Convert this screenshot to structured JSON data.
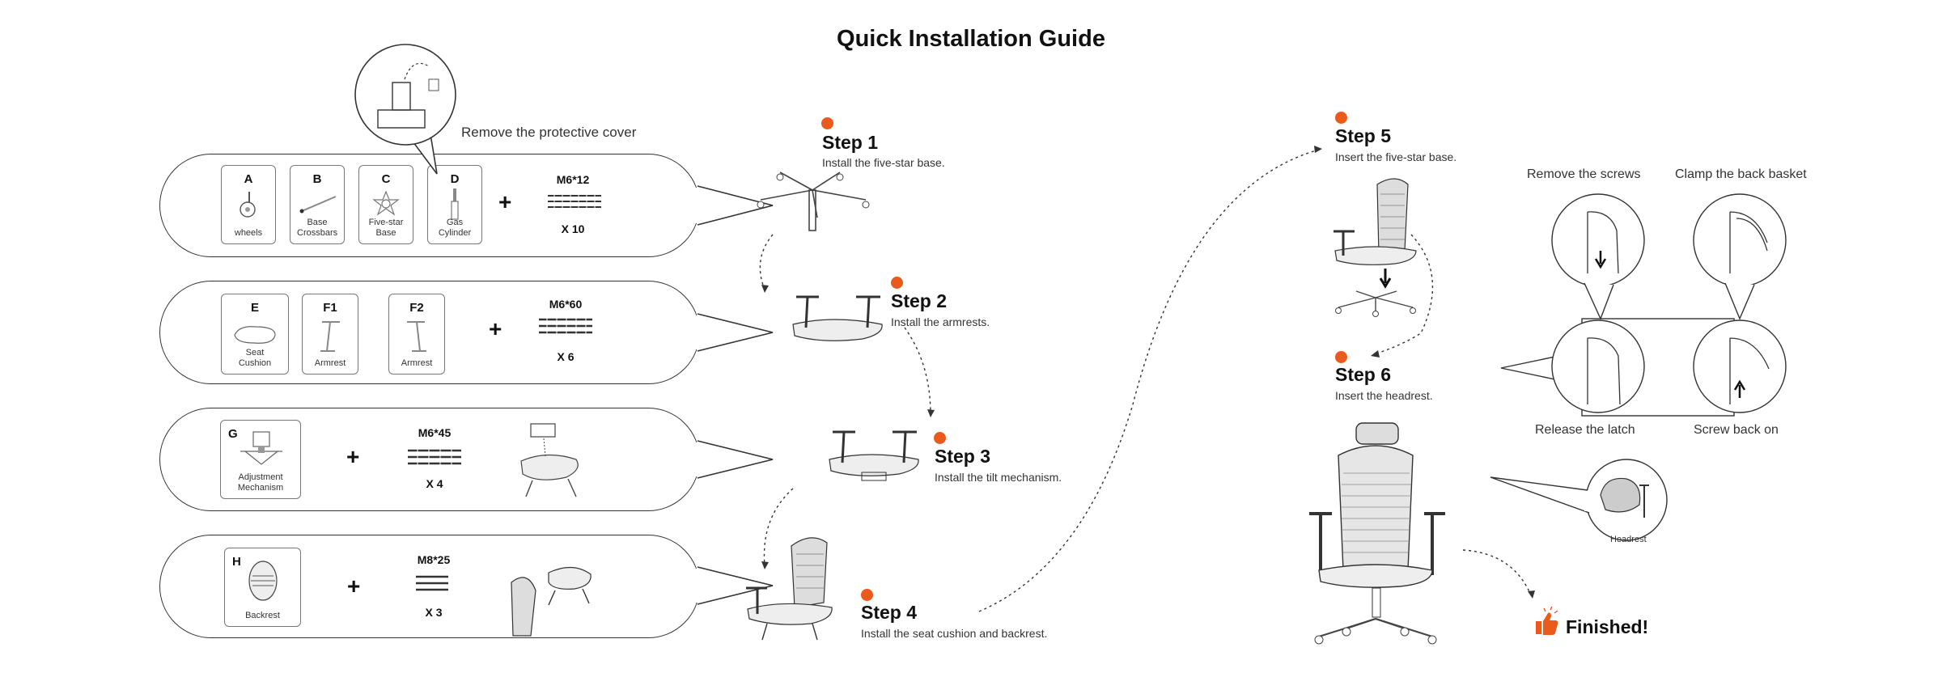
{
  "title": "Quick Installation Guide",
  "callout": "Remove the protective cover",
  "plus": "+",
  "accent_color": "#ea5a1c",
  "rows": [
    {
      "parts": [
        {
          "letter": "A",
          "label": "wheels"
        },
        {
          "letter": "B",
          "label": "Base Crossbars"
        },
        {
          "letter": "C",
          "label": "Five-star Base"
        },
        {
          "letter": "D",
          "label": "Gas Cylinder"
        }
      ],
      "screw": "M6*12",
      "qty": "X 10"
    },
    {
      "parts": [
        {
          "letter": "E",
          "label": "Seat Cushion"
        },
        {
          "letter": "F1",
          "label": "Armrest"
        },
        {
          "letter": "F2",
          "label": "Armrest"
        }
      ],
      "screw": "M6*60",
      "qty": "X 6"
    },
    {
      "parts": [
        {
          "letter": "G",
          "label": "Adjustment Mechanism"
        }
      ],
      "screw": "M6*45",
      "qty": "X 4"
    },
    {
      "parts": [
        {
          "letter": "H",
          "label": "Backrest"
        }
      ],
      "screw": "M8*25",
      "qty": "X 3"
    }
  ],
  "steps": [
    {
      "title": "Step 1",
      "desc": "Install the five-star base."
    },
    {
      "title": "Step 2",
      "desc": "Install the armrests."
    },
    {
      "title": "Step 3",
      "desc": "Install the tilt mechanism."
    },
    {
      "title": "Step 4",
      "desc": "Install the seat cushion and backrest."
    },
    {
      "title": "Step 5",
      "desc": "Insert the five-star base."
    },
    {
      "title": "Step 6",
      "desc": "Insert the headrest."
    }
  ],
  "detail": {
    "remove_screws": "Remove the screws",
    "clamp_basket": "Clamp the back basket",
    "release_latch": "Release the latch",
    "screw_back": "Screw back on",
    "headrest": "Headrest"
  },
  "finished": "Finished!"
}
